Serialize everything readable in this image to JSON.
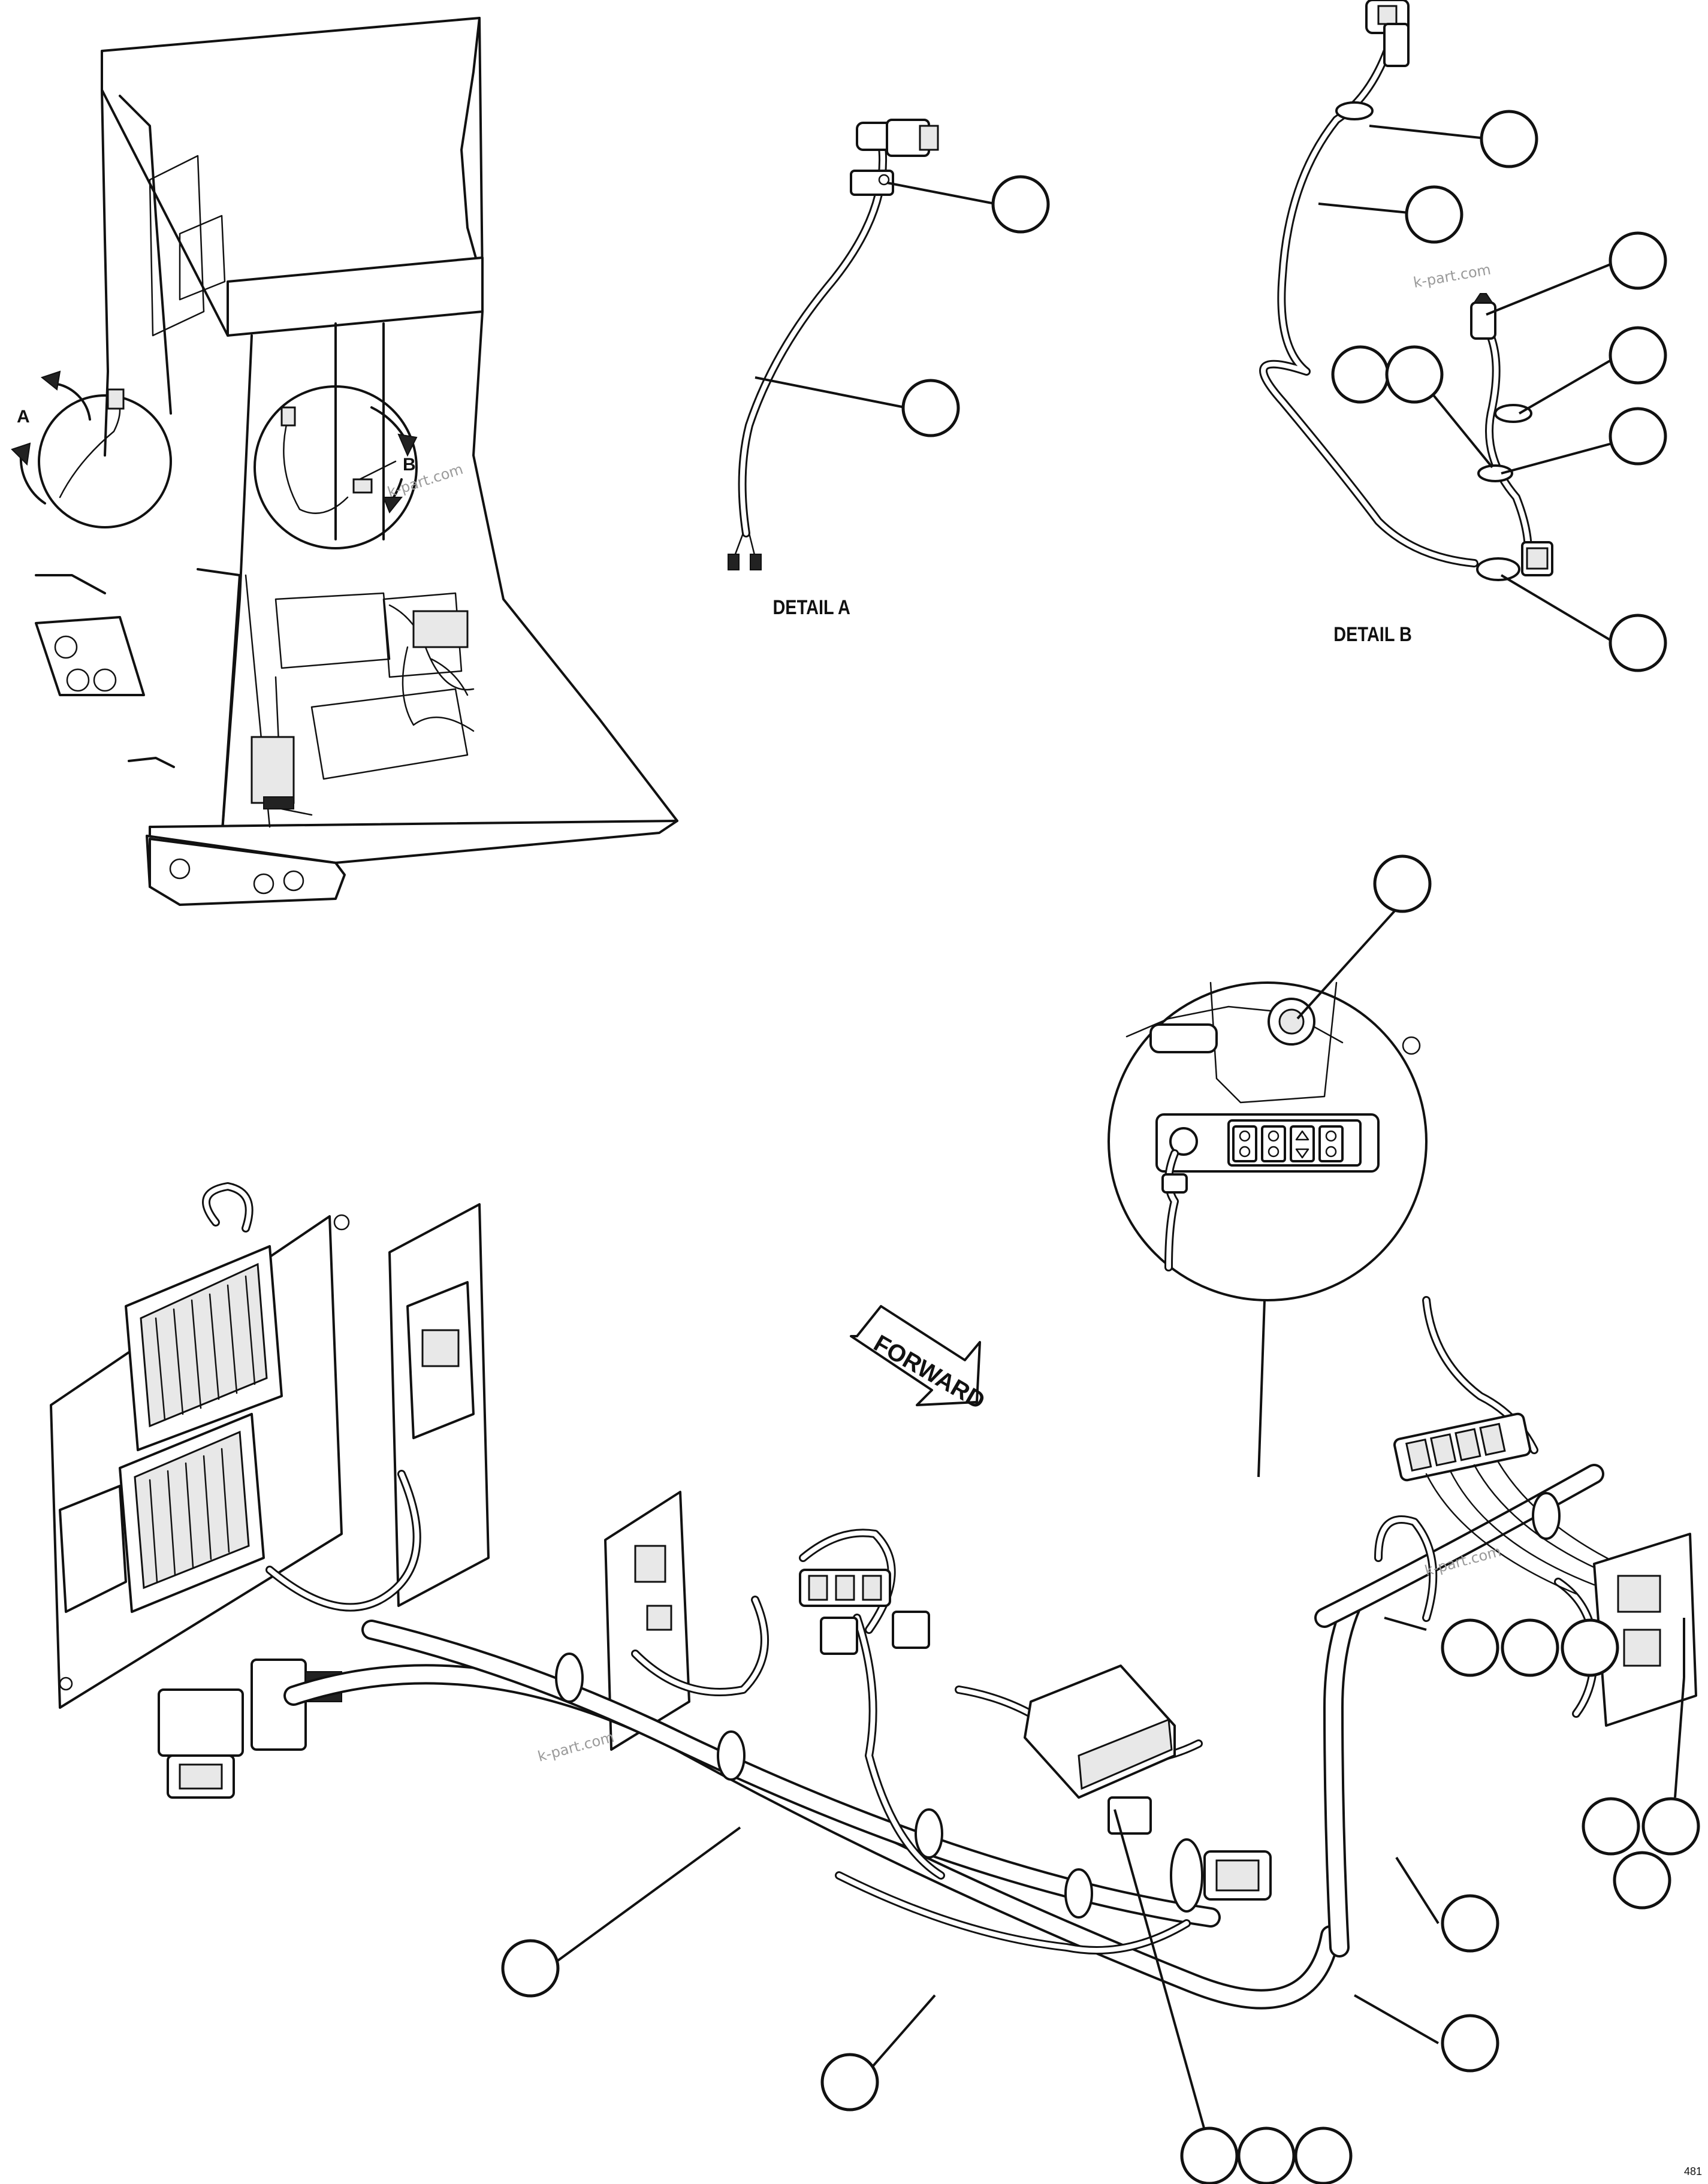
{
  "labels": {
    "detail_a_marker": "A",
    "detail_b_marker": "B",
    "detail_a_caption": "DETAIL A",
    "detail_b_caption": "DETAIL B",
    "forward_arrow": "FORWARD",
    "page_number": "481"
  },
  "watermarks": [
    "k-part.com",
    "k-part.com",
    "k-part.com",
    "k-part.com"
  ],
  "callouts": {
    "count": 24,
    "numbers_printed": false
  }
}
